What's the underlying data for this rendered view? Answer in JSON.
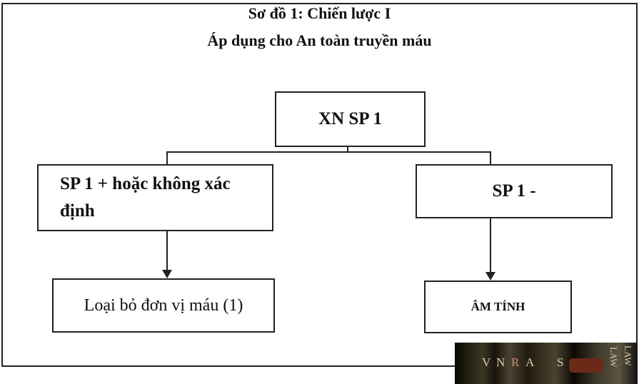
{
  "title": {
    "line1": "Sơ đồ 1: Chiến lược I",
    "line2": "Áp dụng cho An toàn truyền máu"
  },
  "nodes": {
    "root": "XN SP 1",
    "left": "SP 1 + hoặc không xác định",
    "right": "SP 1 -",
    "left_result": "Loại bỏ đơn vị máu (1)",
    "right_result": "ÂM TÍNH"
  },
  "logo": {
    "text": "VNRAS LAW"
  }
}
